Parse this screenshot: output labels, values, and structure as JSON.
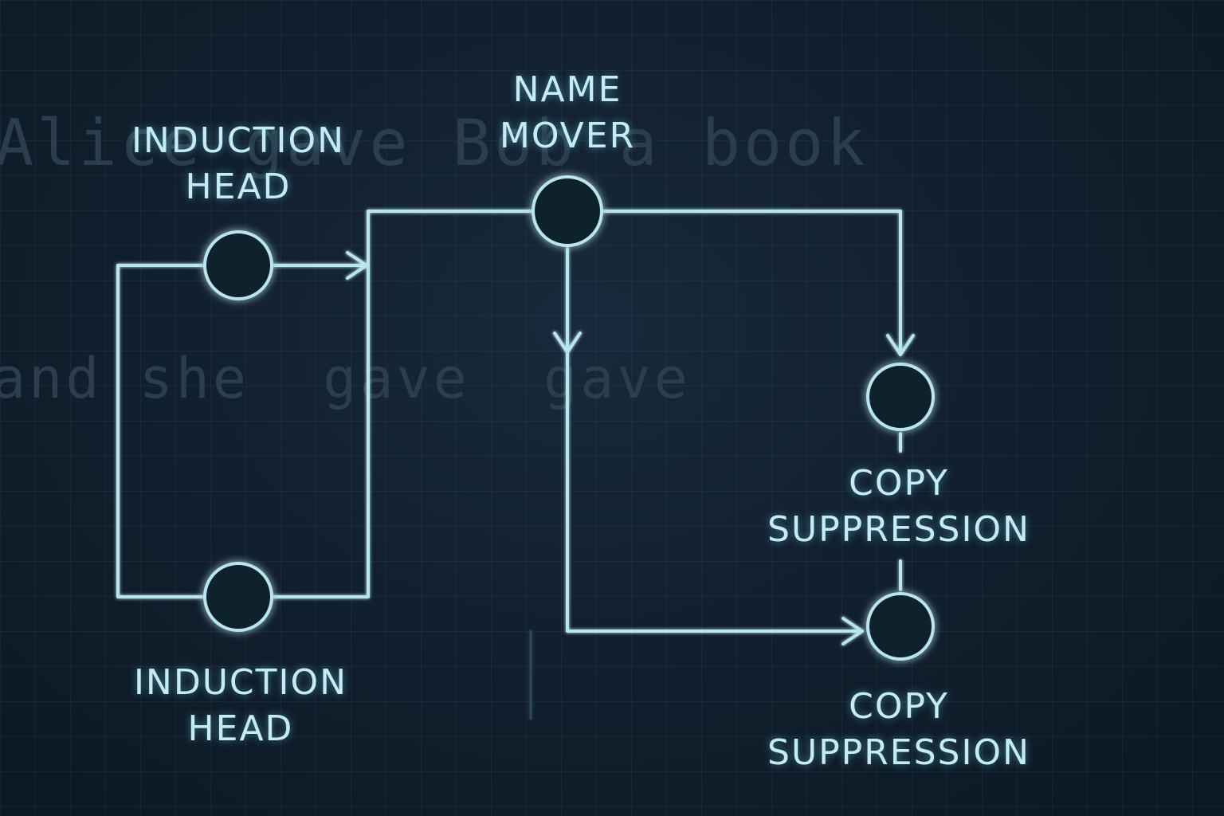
{
  "background_text": {
    "line1": "Alice gave Bob a book",
    "line2": "and she  gave  gave"
  },
  "nodes": {
    "induction_head_top": {
      "line1": "INDUCTION",
      "line2": "HEAD"
    },
    "name_mover": {
      "line1": "NAME",
      "line2": "MOVER"
    },
    "induction_head_bottom": {
      "line1": "INDUCTION",
      "line2": "HEAD"
    },
    "copy_suppression_upper": {
      "line1": "COPY",
      "line2": "SUPPRESSION"
    },
    "copy_suppression_lower": {
      "line1": "COPY",
      "line2": "SUPPRESSION"
    }
  },
  "edges": [
    {
      "from": "induction_head_top",
      "to": "name_mover"
    },
    {
      "from": "induction_head_bottom",
      "to": "name_mover"
    },
    {
      "from": "name_mover",
      "to": "copy_suppression_upper"
    },
    {
      "from": "name_mover",
      "to": "copy_suppression_lower"
    }
  ],
  "colors": {
    "background": "#0f1c26",
    "line": "#b9e6ee",
    "glow": "#5fd2e6",
    "faint_text": "#2a3e4d"
  }
}
